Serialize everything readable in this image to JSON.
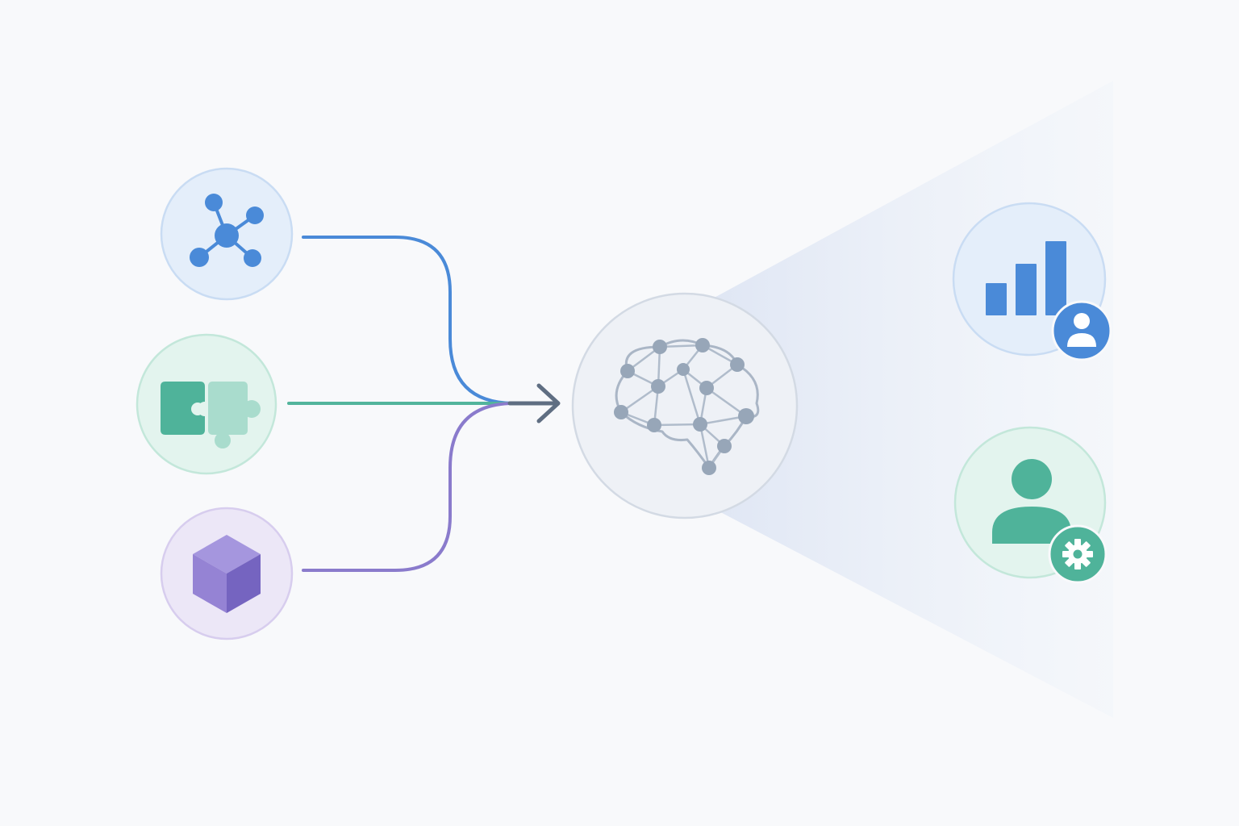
{
  "colors": {
    "background": "#f8f9fb",
    "blue": "#4a8ad8",
    "blue_light": "#e4eefa",
    "blue_ring": "#c9dcf3",
    "green": "#4fb39a",
    "green_light": "#e3f4ee",
    "green_ring": "#c3e7da",
    "green_pale": "#a9dccd",
    "purple": "#8a7bcc",
    "purple_light": "#ece7f7",
    "purple_ring": "#d7cdee",
    "gray": "#8c9bb0",
    "gray_light": "#eef1f6",
    "gray_ring": "#d3dae4",
    "arrow": "#5f6e82",
    "beam": "#dfe7f5"
  },
  "nodes": {
    "inputs": [
      {
        "name": "network-node",
        "icon": "network-icon",
        "color": "blue"
      },
      {
        "name": "puzzle-node",
        "icon": "puzzle-icon",
        "color": "green"
      },
      {
        "name": "cube-node",
        "icon": "cube-icon",
        "color": "purple"
      }
    ],
    "center": {
      "name": "brain-node",
      "icon": "neural-brain-icon",
      "color": "gray"
    },
    "outputs": [
      {
        "name": "analytics-user-node",
        "icon": "bar-chart-icon",
        "badge_icon": "user-badge-icon",
        "color": "blue"
      },
      {
        "name": "user-settings-node",
        "icon": "user-icon",
        "badge_icon": "gear-badge-icon",
        "color": "green"
      }
    ]
  }
}
